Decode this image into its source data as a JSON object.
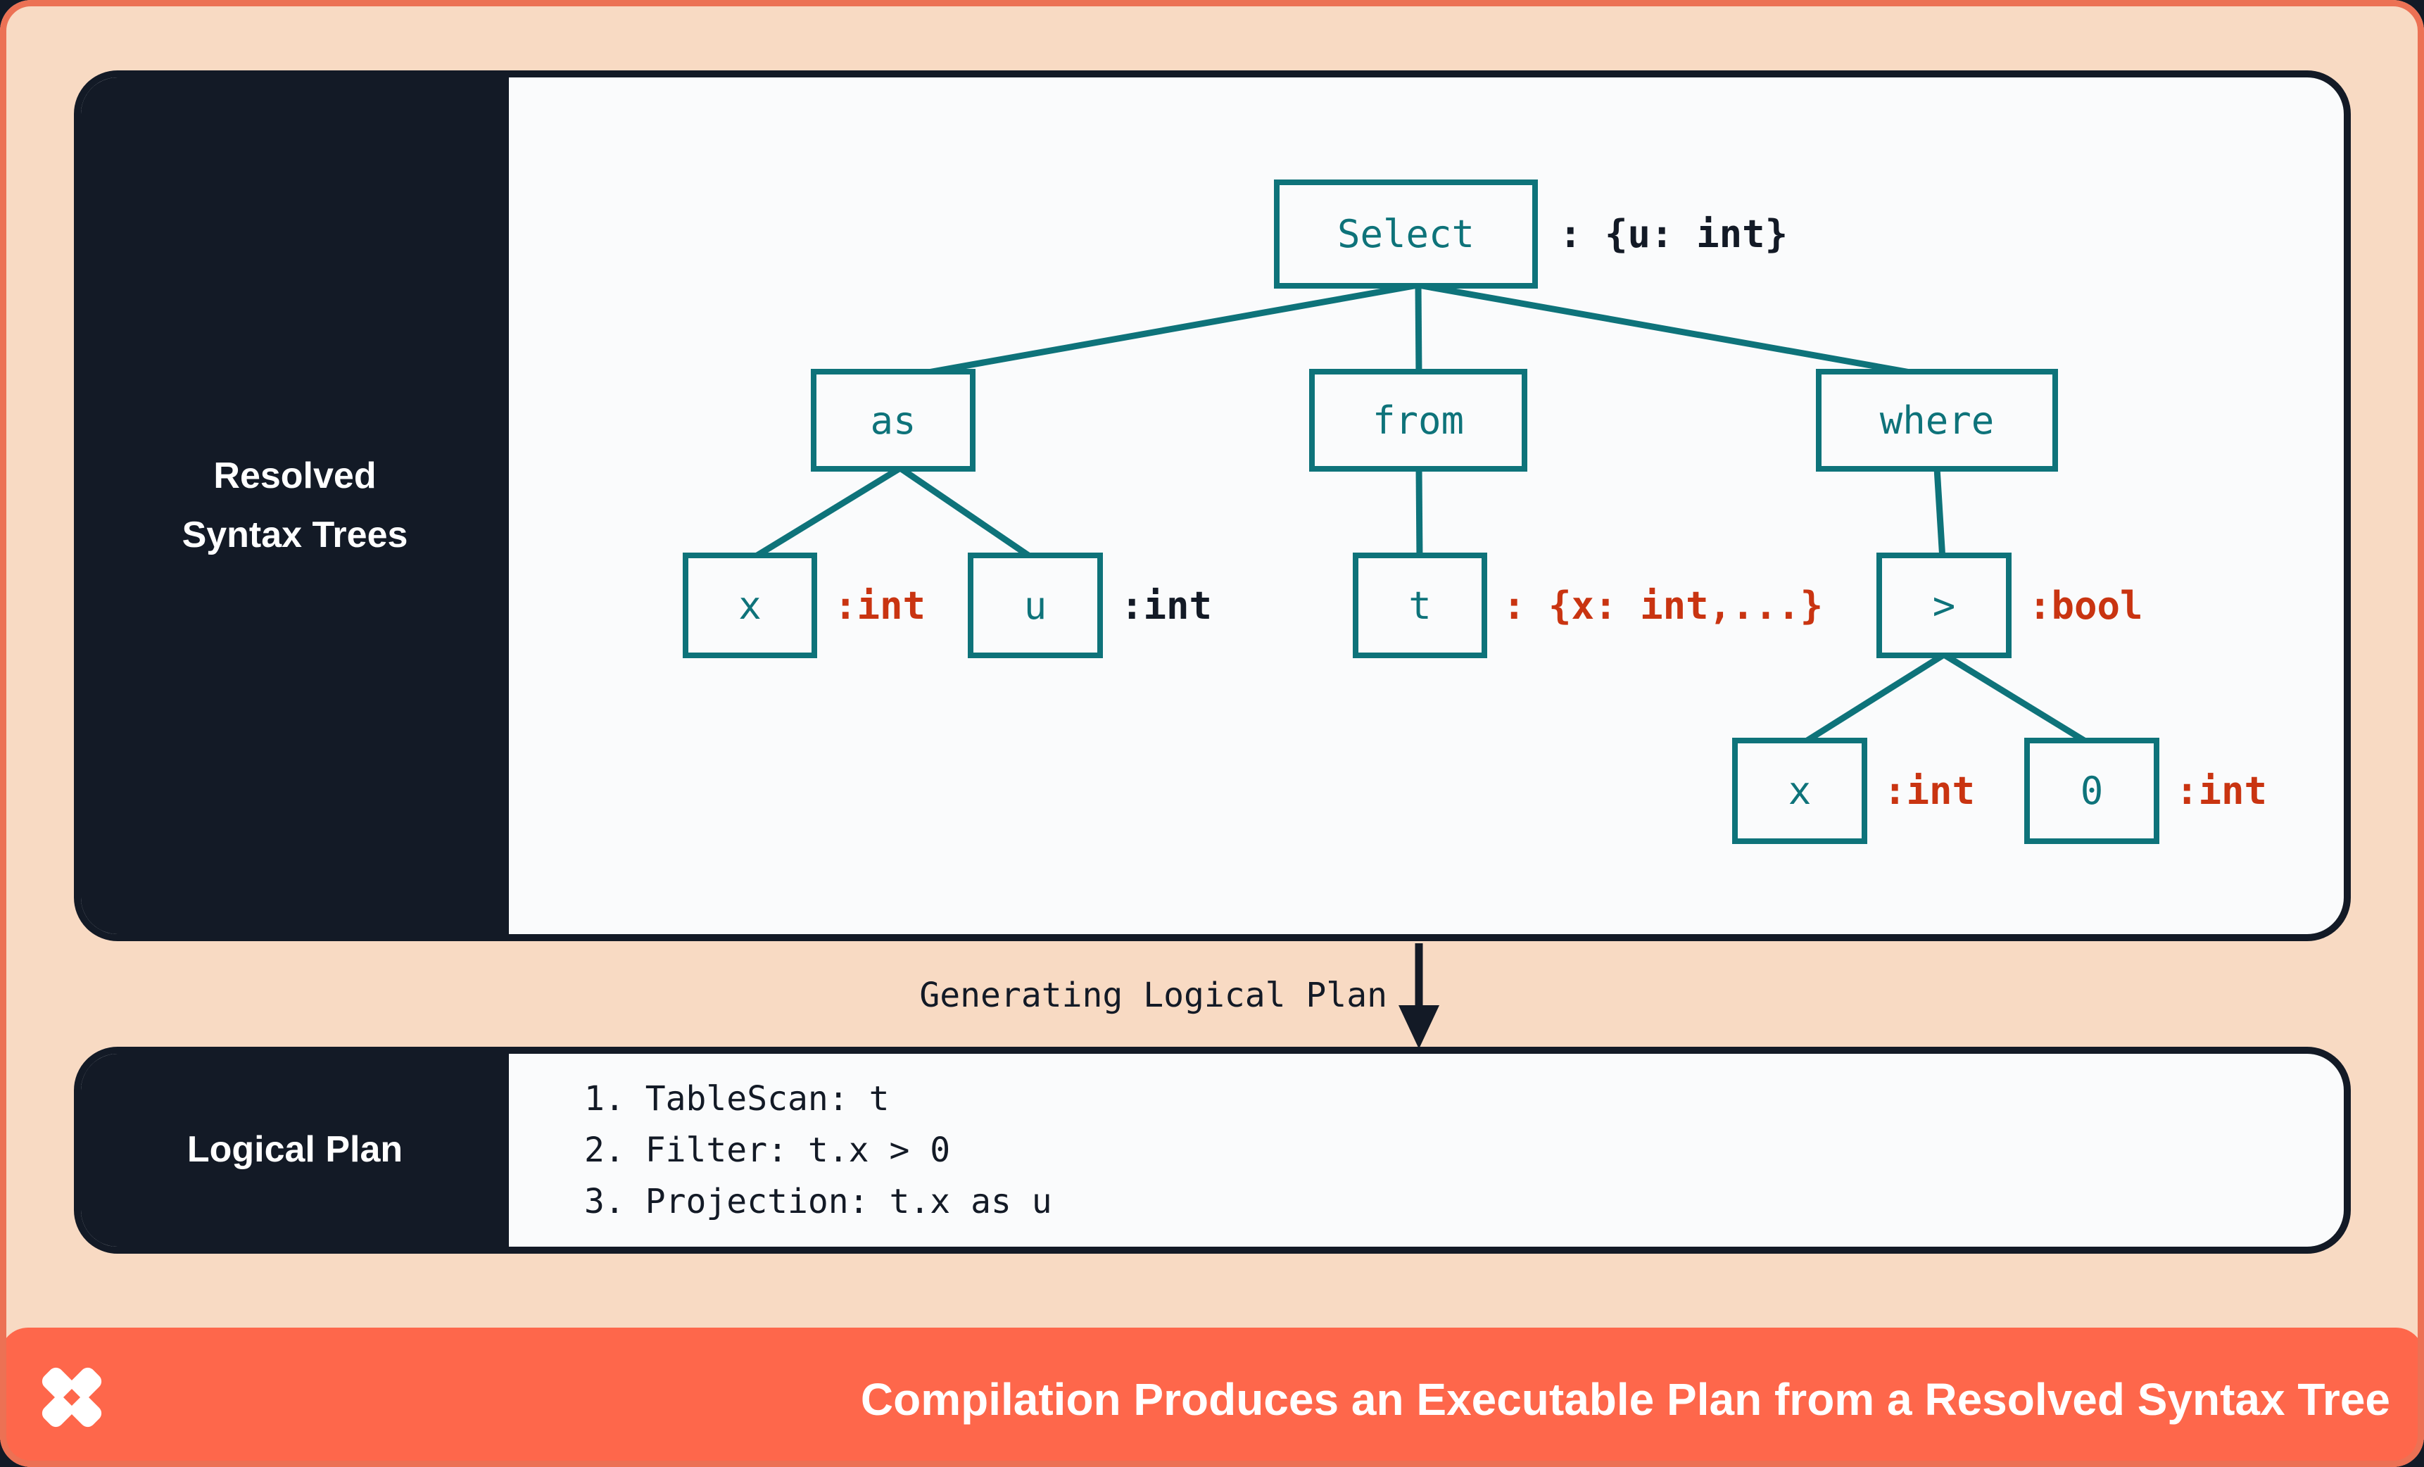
{
  "colors": {
    "outer_border": "#ec7154",
    "background_peach": "#f8dac3",
    "panel_dark": "#131a26",
    "panel_light": "#fafbfc",
    "tree_teal": "#0e737a",
    "type_red": "#c93411",
    "footer_coral": "#fe674b",
    "text_white": "#ffffff"
  },
  "top_panel": {
    "sidebar_label_line1": "Resolved",
    "sidebar_label_line2": "Syntax Trees"
  },
  "tree": {
    "root": {
      "label": "Select",
      "type": ": {u: int}"
    },
    "as": {
      "label": "as"
    },
    "from": {
      "label": "from"
    },
    "where": {
      "label": "where"
    },
    "x1": {
      "label": "x",
      "type": ":int"
    },
    "u": {
      "label": "u",
      "type": ":int"
    },
    "t": {
      "label": "t",
      "type": ": {x: int,...}"
    },
    "gt": {
      "label": ">",
      "type": ":bool"
    },
    "x2": {
      "label": "x",
      "type": ":int"
    },
    "zero": {
      "label": "0",
      "type": ":int"
    }
  },
  "transition": {
    "label": "Generating Logical Plan"
  },
  "logical_plan": {
    "sidebar_label": "Logical Plan",
    "steps": [
      "1. TableScan: t",
      "2. Filter: t.x > 0",
      "3. Projection: t.x as u"
    ]
  },
  "footer": {
    "logo_icon": "pinwheel-star-logo",
    "title": "Compilation Produces an Executable Plan from a Resolved Syntax Tree"
  }
}
